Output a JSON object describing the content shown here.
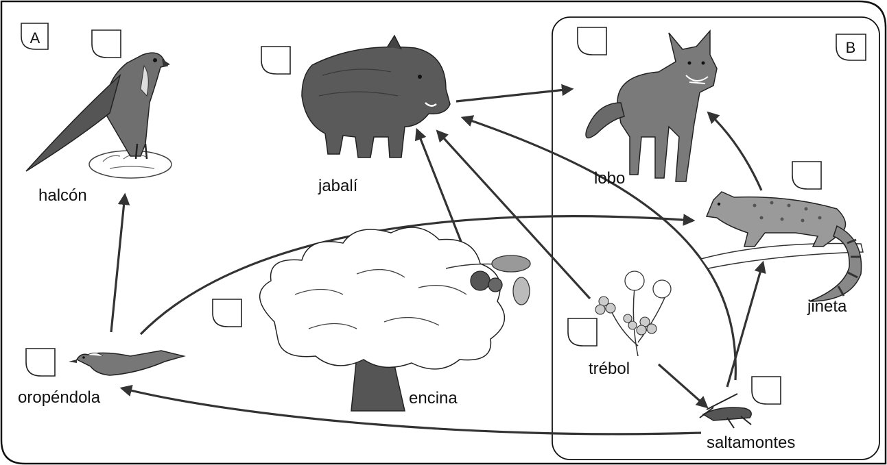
{
  "zones": {
    "a_label": "A",
    "b_label": "B"
  },
  "organisms": {
    "halcon": "halcón",
    "jabali": "jabalí",
    "lobo": "lobo",
    "jineta": "jineta",
    "oropendola": "oropéndola",
    "encina": "encina",
    "trebol": "trébol",
    "saltamontes": "saltamontes"
  },
  "answer_boxes": {
    "halcon": "",
    "jabali": "",
    "lobo": "",
    "jineta": "",
    "oropendola": "",
    "encina": "",
    "trebol": "",
    "saltamontes": ""
  },
  "relations": [
    {
      "from": "oropéndola",
      "to": "halcón"
    },
    {
      "from": "jabalí",
      "to": "lobo"
    },
    {
      "from": "jineta",
      "to": "lobo"
    },
    {
      "from": "encina",
      "to": "jabalí"
    },
    {
      "from": "trébol",
      "to": "jabalí"
    },
    {
      "from": "saltamontes",
      "to": "jabalí"
    },
    {
      "from": "oropéndola",
      "to": "jineta"
    },
    {
      "from": "saltamontes",
      "to": "jineta"
    },
    {
      "from": "trébol",
      "to": "saltamontes"
    },
    {
      "from": "saltamontes",
      "to": "oropéndola"
    }
  ]
}
